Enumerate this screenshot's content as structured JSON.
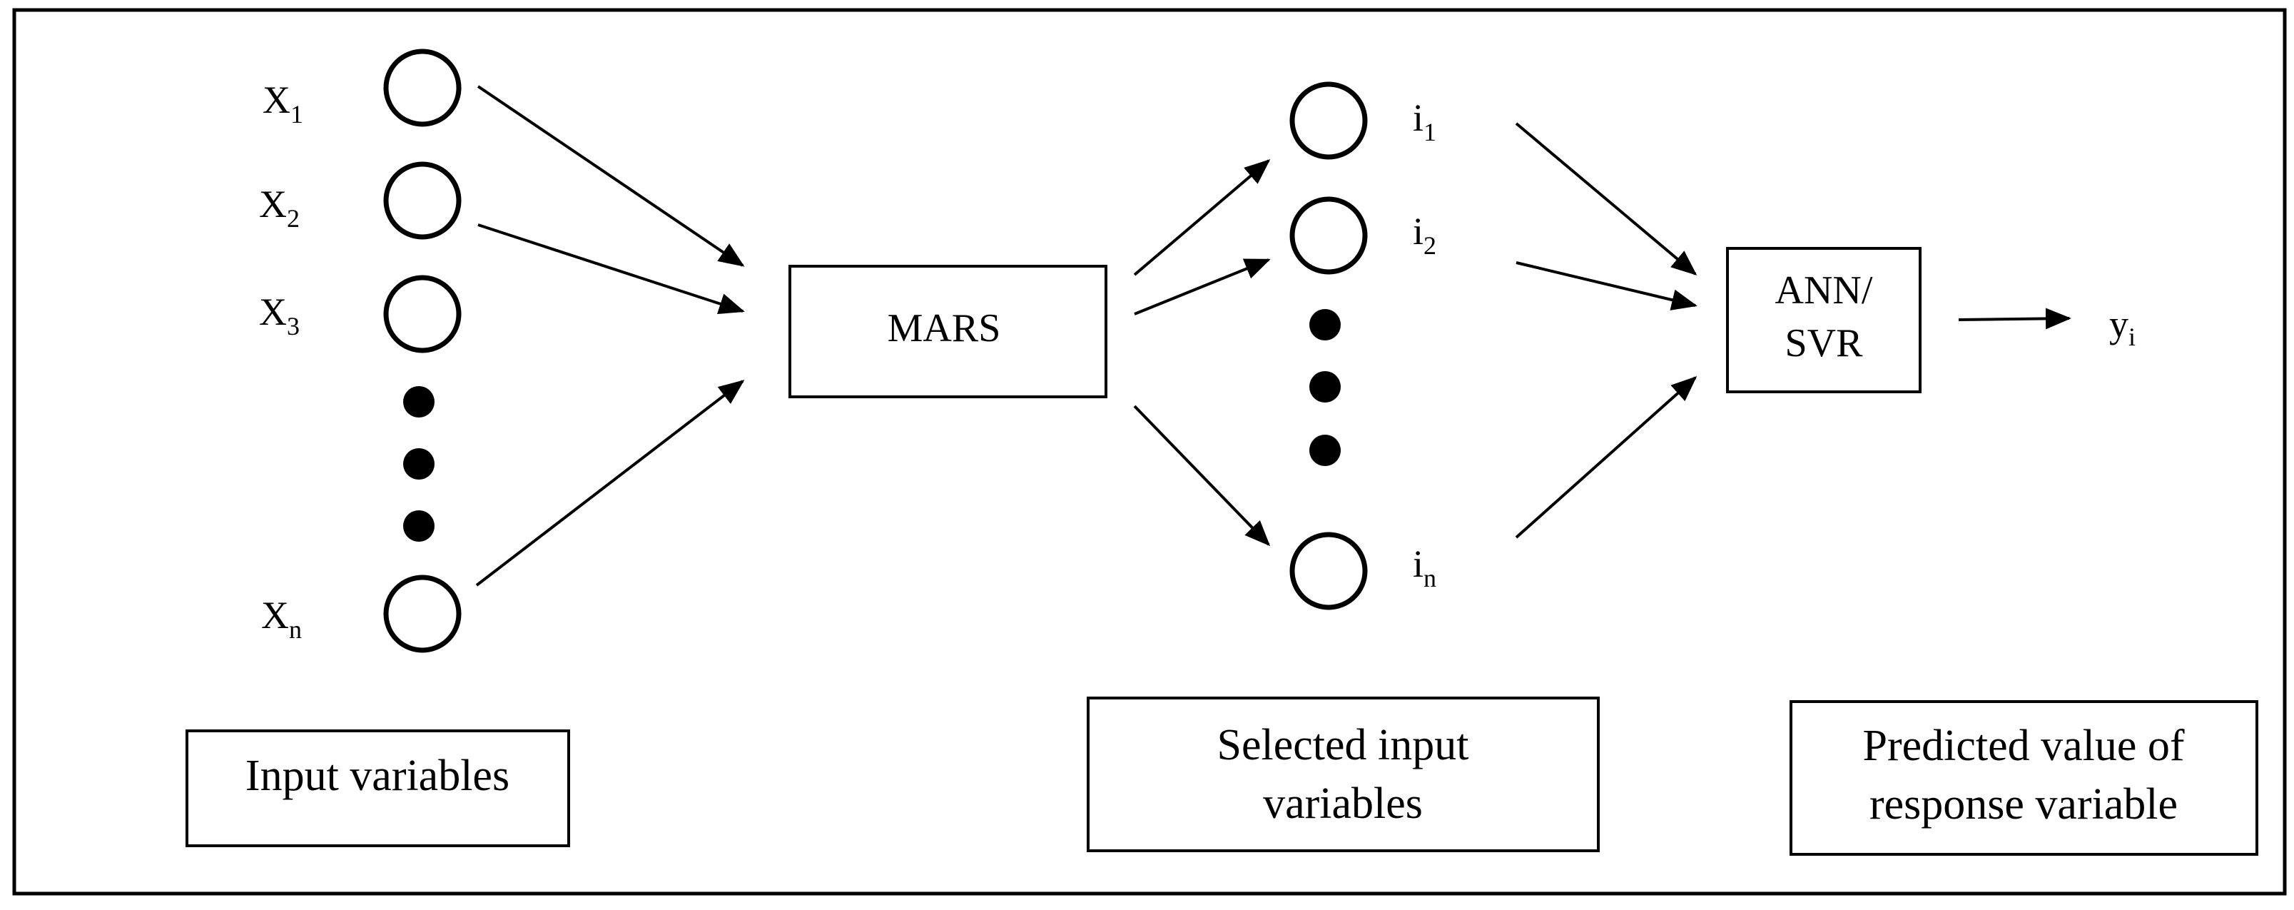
{
  "inputs": [
    {
      "base": "X",
      "sub": "1"
    },
    {
      "base": "X",
      "sub": "2"
    },
    {
      "base": "X",
      "sub": "3"
    },
    {
      "base": "X",
      "sub": "n"
    }
  ],
  "selected": [
    {
      "base": "i",
      "sub": "1"
    },
    {
      "base": "i",
      "sub": "2"
    },
    {
      "base": "i",
      "sub": "n"
    }
  ],
  "selector_box": {
    "label": "MARS"
  },
  "model_box": {
    "line1": "ANN/",
    "line2": "SVR"
  },
  "output": {
    "base": "y",
    "sub": "i"
  },
  "captions": {
    "inputs": "Input variables",
    "selected_line1": "Selected input",
    "selected_line2": "variables",
    "predicted_line1": "Predicted value of",
    "predicted_line2": "response variable"
  }
}
